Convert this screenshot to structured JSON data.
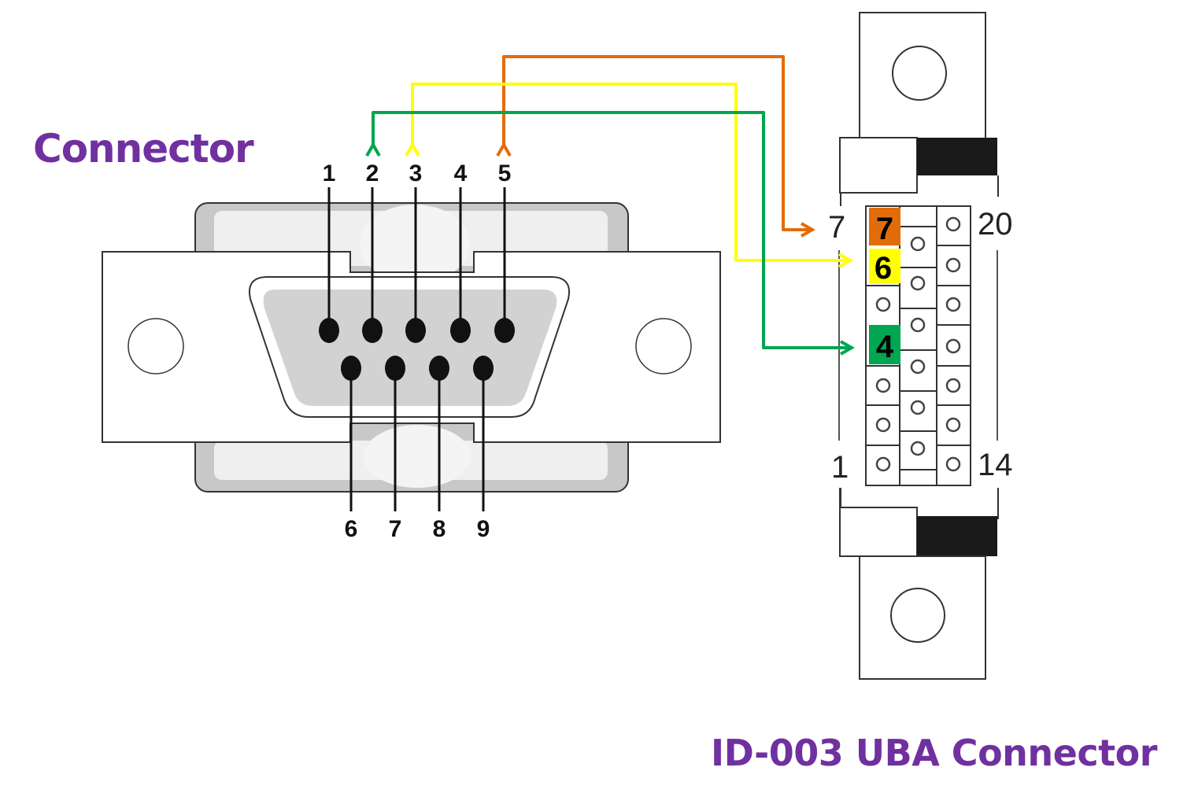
{
  "titles": {
    "left": "Connector",
    "right": "ID-003 UBA Connector"
  },
  "db9": {
    "top_pins": [
      "1",
      "2",
      "3",
      "4",
      "5"
    ],
    "bottom_pins": [
      "6",
      "7",
      "8",
      "9"
    ]
  },
  "uba": {
    "corner_labels": {
      "top_left": "7",
      "top_right": "20",
      "bottom_left": "1",
      "bottom_right": "14"
    },
    "highlighted_pins": [
      {
        "label": "7",
        "color": "#e36c0a"
      },
      {
        "label": "6",
        "color": "#ffff00"
      },
      {
        "label": "4",
        "color": "#00a650"
      }
    ]
  },
  "connections": [
    {
      "from_uba_pin": "7",
      "to_db9_pin": "5",
      "color": "#e36c0a"
    },
    {
      "from_uba_pin": "6",
      "to_db9_pin": "3",
      "color": "#ffff00"
    },
    {
      "from_uba_pin": "4",
      "to_db9_pin": "2",
      "color": "#00a650"
    }
  ],
  "colors": {
    "title": "#7030a0",
    "orange": "#e36c0a",
    "yellow": "#ffff00",
    "green": "#00a650"
  }
}
